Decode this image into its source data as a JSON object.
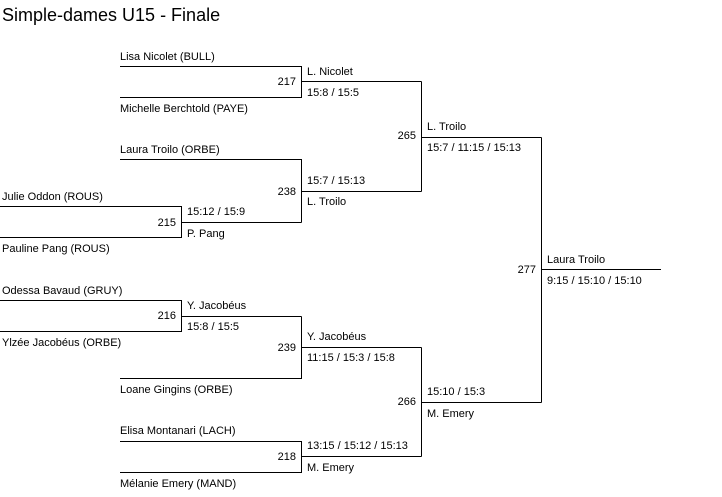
{
  "title": "Simple-dames U15 - Finale",
  "players": {
    "p1": "Lisa Nicolet (BULL)",
    "p2": "Michelle Berchtold (PAYE)",
    "p3": "Laura Troilo (ORBE)",
    "p4": "Julie Oddon (ROUS)",
    "p5": "Pauline Pang (ROUS)",
    "p6": "Odessa Bavaud (GRUY)",
    "p7": "Ylzée Jacobéus (ORBE)",
    "p8": "Loane Gingins (ORBE)",
    "p9": "Elisa Montanari (LACH)",
    "p10": "Mélanie Emery (MAND)"
  },
  "matches": {
    "m217": {
      "number": "217",
      "winner": "L. Nicolet",
      "score": "15:8 / 15:5"
    },
    "m215": {
      "number": "215",
      "winner": "P. Pang",
      "score": "15:12 / 15:9"
    },
    "m238": {
      "number": "238",
      "winner": "L. Troilo",
      "score": "15:7 / 15:13"
    },
    "m216": {
      "number": "216",
      "winner": "Y. Jacobéus",
      "score": "15:8 / 15:5"
    },
    "m239": {
      "number": "239",
      "winner": "Y. Jacobéus",
      "score": "11:15 / 15:3 / 15:8"
    },
    "m218": {
      "number": "218",
      "winner": "M. Emery",
      "score": "13:15 / 15:12 / 15:13"
    },
    "m265": {
      "number": "265",
      "winner": "L. Troilo",
      "score": "15:7 / 11:15 / 15:13"
    },
    "m266": {
      "number": "266",
      "winner": "M. Emery",
      "score": "15:10 / 15:3"
    },
    "m277": {
      "number": "277",
      "winner": "Laura Troilo",
      "score": "9:15 / 15:10 / 15:10"
    }
  }
}
